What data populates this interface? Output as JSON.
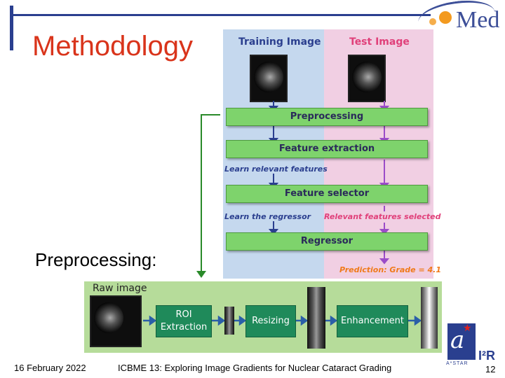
{
  "title": "Methodology",
  "logo_text": "Med",
  "flowchart": {
    "training_header": "Training Image",
    "test_header": "Test Image",
    "stages": [
      "Preprocessing",
      "Feature extraction",
      "Feature selector",
      "Regressor"
    ],
    "notes": {
      "learn_features": "Learn relevant features",
      "learn_regressor": "Learn the regressor",
      "features_selected": "Relevant features selected",
      "prediction": "Prediction: Grade = 4.1"
    },
    "colors": {
      "training_bg": "#c5d8ee",
      "test_bg": "#f1cfe3",
      "stage_bg": "#7ed36c",
      "training_note": "#2b3f8f",
      "test_note": "#e0407a",
      "prediction": "#f07a1a"
    }
  },
  "preprocessing_label": "Preprocessing:",
  "pipeline": {
    "title": "Raw image",
    "steps": [
      "ROI Extraction",
      "Resizing",
      "Enhancement"
    ],
    "colors": {
      "bg": "#b6dc9a",
      "box": "#1f8a5a"
    }
  },
  "footer": {
    "date": "16 February 2022",
    "title": "ICBME 13: Exploring Image Gradients for Nuclear Cataract Grading",
    "page": "12"
  },
  "logos": {
    "astar": "A*STAR",
    "i2r": "I²R"
  }
}
